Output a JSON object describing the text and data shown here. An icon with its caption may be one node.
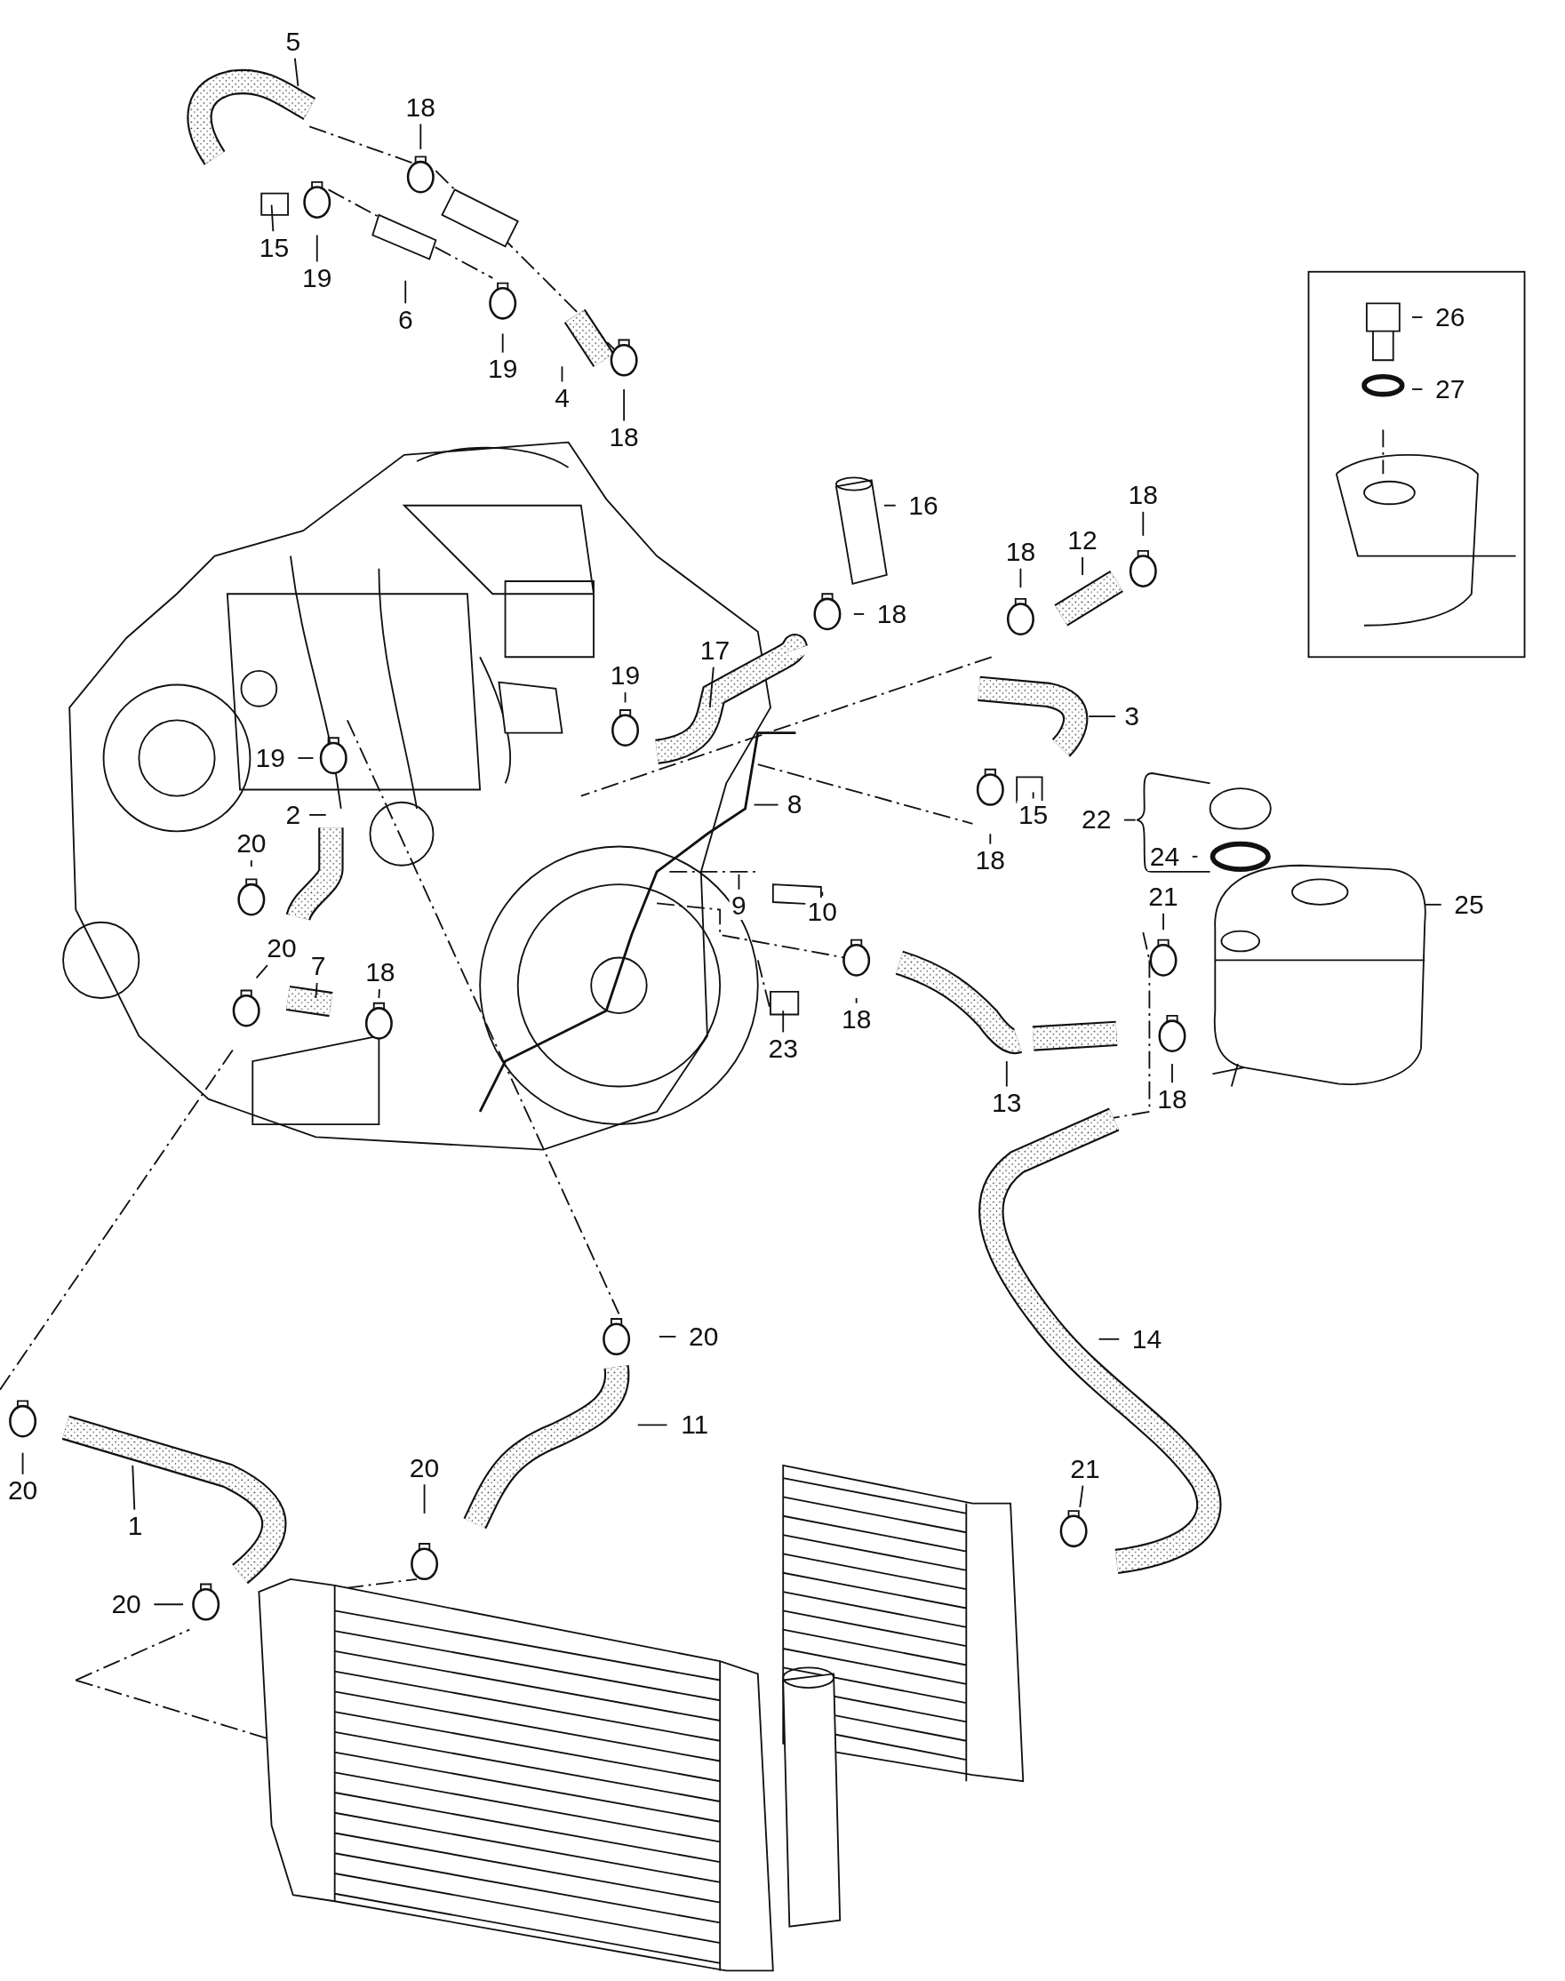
{
  "diagram": {
    "nodes": [
      {
        "text": [
          "5"
        ]
      },
      {
        "text": [
          "18"
        ]
      },
      {
        "text": [
          "15"
        ]
      },
      {
        "text": [
          "19"
        ]
      },
      {
        "text": [
          "6"
        ]
      },
      {
        "text": [
          "19"
        ]
      },
      {
        "text": [
          "4"
        ]
      },
      {
        "text": [
          "18"
        ]
      },
      {
        "text": [
          "26"
        ]
      },
      {
        "text": [
          "27"
        ]
      },
      {
        "text": [
          "16"
        ]
      },
      {
        "text": [
          "18"
        ]
      },
      {
        "text": [
          "18"
        ]
      },
      {
        "text": [
          "12"
        ]
      },
      {
        "text": [
          "18"
        ]
      },
      {
        "text": [
          "17"
        ]
      },
      {
        "text": [
          "19"
        ]
      },
      {
        "text": [
          "3"
        ]
      },
      {
        "text": [
          "19"
        ]
      },
      {
        "text": [
          "2"
        ]
      },
      {
        "text": [
          "8"
        ]
      },
      {
        "text": [
          "15"
        ]
      },
      {
        "text": [
          "18"
        ]
      },
      {
        "text": [
          "22"
        ]
      },
      {
        "text": [
          "24"
        ]
      },
      {
        "text": [
          "25"
        ]
      },
      {
        "text": [
          "20"
        ]
      },
      {
        "text": [
          "21"
        ]
      },
      {
        "text": [
          "9"
        ]
      },
      {
        "text": [
          "10"
        ]
      },
      {
        "text": [
          "20"
        ]
      },
      {
        "text": [
          "7"
        ]
      },
      {
        "text": [
          "18"
        ]
      },
      {
        "text": [
          "18"
        ]
      },
      {
        "text": [
          "23"
        ]
      },
      {
        "text": [
          "13"
        ]
      },
      {
        "text": [
          "18"
        ]
      },
      {
        "text": [
          "20"
        ]
      },
      {
        "text": [
          "14"
        ]
      },
      {
        "text": [
          "11"
        ]
      },
      {
        "text": [
          "20"
        ]
      },
      {
        "text": [
          "1"
        ]
      },
      {
        "text": [
          "20"
        ]
      },
      {
        "text": [
          "21"
        ]
      },
      {
        "text": [
          "20"
        ]
      }
    ],
    "edges": [
      {
        "from": 0,
        "to": null,
        "arrow": "none"
      },
      {
        "from": 1,
        "to": null,
        "arrow": "none"
      },
      {
        "from": 2,
        "to": null,
        "arrow": "none"
      },
      {
        "from": 3,
        "to": null,
        "arrow": "none"
      },
      {
        "from": 4,
        "to": null,
        "arrow": "none"
      },
      {
        "from": 5,
        "to": null,
        "arrow": "none"
      },
      {
        "from": 6,
        "to": null,
        "arrow": "none"
      },
      {
        "from": 7,
        "to": null,
        "arrow": "none"
      },
      {
        "from": 8,
        "to": null,
        "arrow": "none"
      },
      {
        "from": 9,
        "to": null,
        "arrow": "none"
      },
      {
        "from": 10,
        "to": null,
        "arrow": "none"
      },
      {
        "from": 11,
        "to": null,
        "arrow": "none"
      },
      {
        "from": 12,
        "to": null,
        "arrow": "none"
      },
      {
        "from": 13,
        "to": null,
        "arrow": "none"
      },
      {
        "from": 14,
        "to": null,
        "arrow": "none"
      },
      {
        "from": 15,
        "to": null,
        "arrow": "none"
      },
      {
        "from": 16,
        "to": null,
        "arrow": "none"
      },
      {
        "from": 17,
        "to": null,
        "arrow": "none"
      },
      {
        "from": 18,
        "to": null,
        "arrow": "none"
      },
      {
        "from": 19,
        "to": null,
        "arrow": "none"
      },
      {
        "from": 20,
        "to": null,
        "arrow": "none"
      },
      {
        "from": 21,
        "to": null,
        "arrow": "none"
      },
      {
        "from": 22,
        "to": null,
        "arrow": "none"
      },
      {
        "from": 23,
        "to": null,
        "arrow": "none"
      },
      {
        "from": 24,
        "to": null,
        "arrow": "none"
      },
      {
        "from": 25,
        "to": null,
        "arrow": "none"
      },
      {
        "from": 26,
        "to": null,
        "arrow": "none"
      },
      {
        "from": 27,
        "to": null,
        "arrow": "none"
      },
      {
        "from": 28,
        "to": null,
        "arrow": "none"
      },
      {
        "from": 29,
        "to": null,
        "arrow": "none"
      },
      {
        "from": 30,
        "to": null,
        "arrow": "none"
      },
      {
        "from": 31,
        "to": null,
        "arrow": "none"
      },
      {
        "from": 32,
        "to": null,
        "arrow": "none"
      },
      {
        "from": 33,
        "to": null,
        "arrow": "none"
      },
      {
        "from": 34,
        "to": null,
        "arrow": "none"
      },
      {
        "from": 35,
        "to": null,
        "arrow": "none"
      },
      {
        "from": 36,
        "to": null,
        "arrow": "none"
      },
      {
        "from": 37,
        "to": null,
        "arrow": "none"
      },
      {
        "from": 38,
        "to": null,
        "arrow": "none"
      },
      {
        "from": 39,
        "to": null,
        "arrow": "none"
      },
      {
        "from": 40,
        "to": null,
        "arrow": "none"
      },
      {
        "from": 41,
        "to": null,
        "arrow": "none"
      },
      {
        "from": 42,
        "to": null,
        "arrow": "none"
      },
      {
        "from": 43,
        "to": null,
        "arrow": "none"
      },
      {
        "from": 44,
        "to": null,
        "arrow": "none"
      }
    ]
  }
}
